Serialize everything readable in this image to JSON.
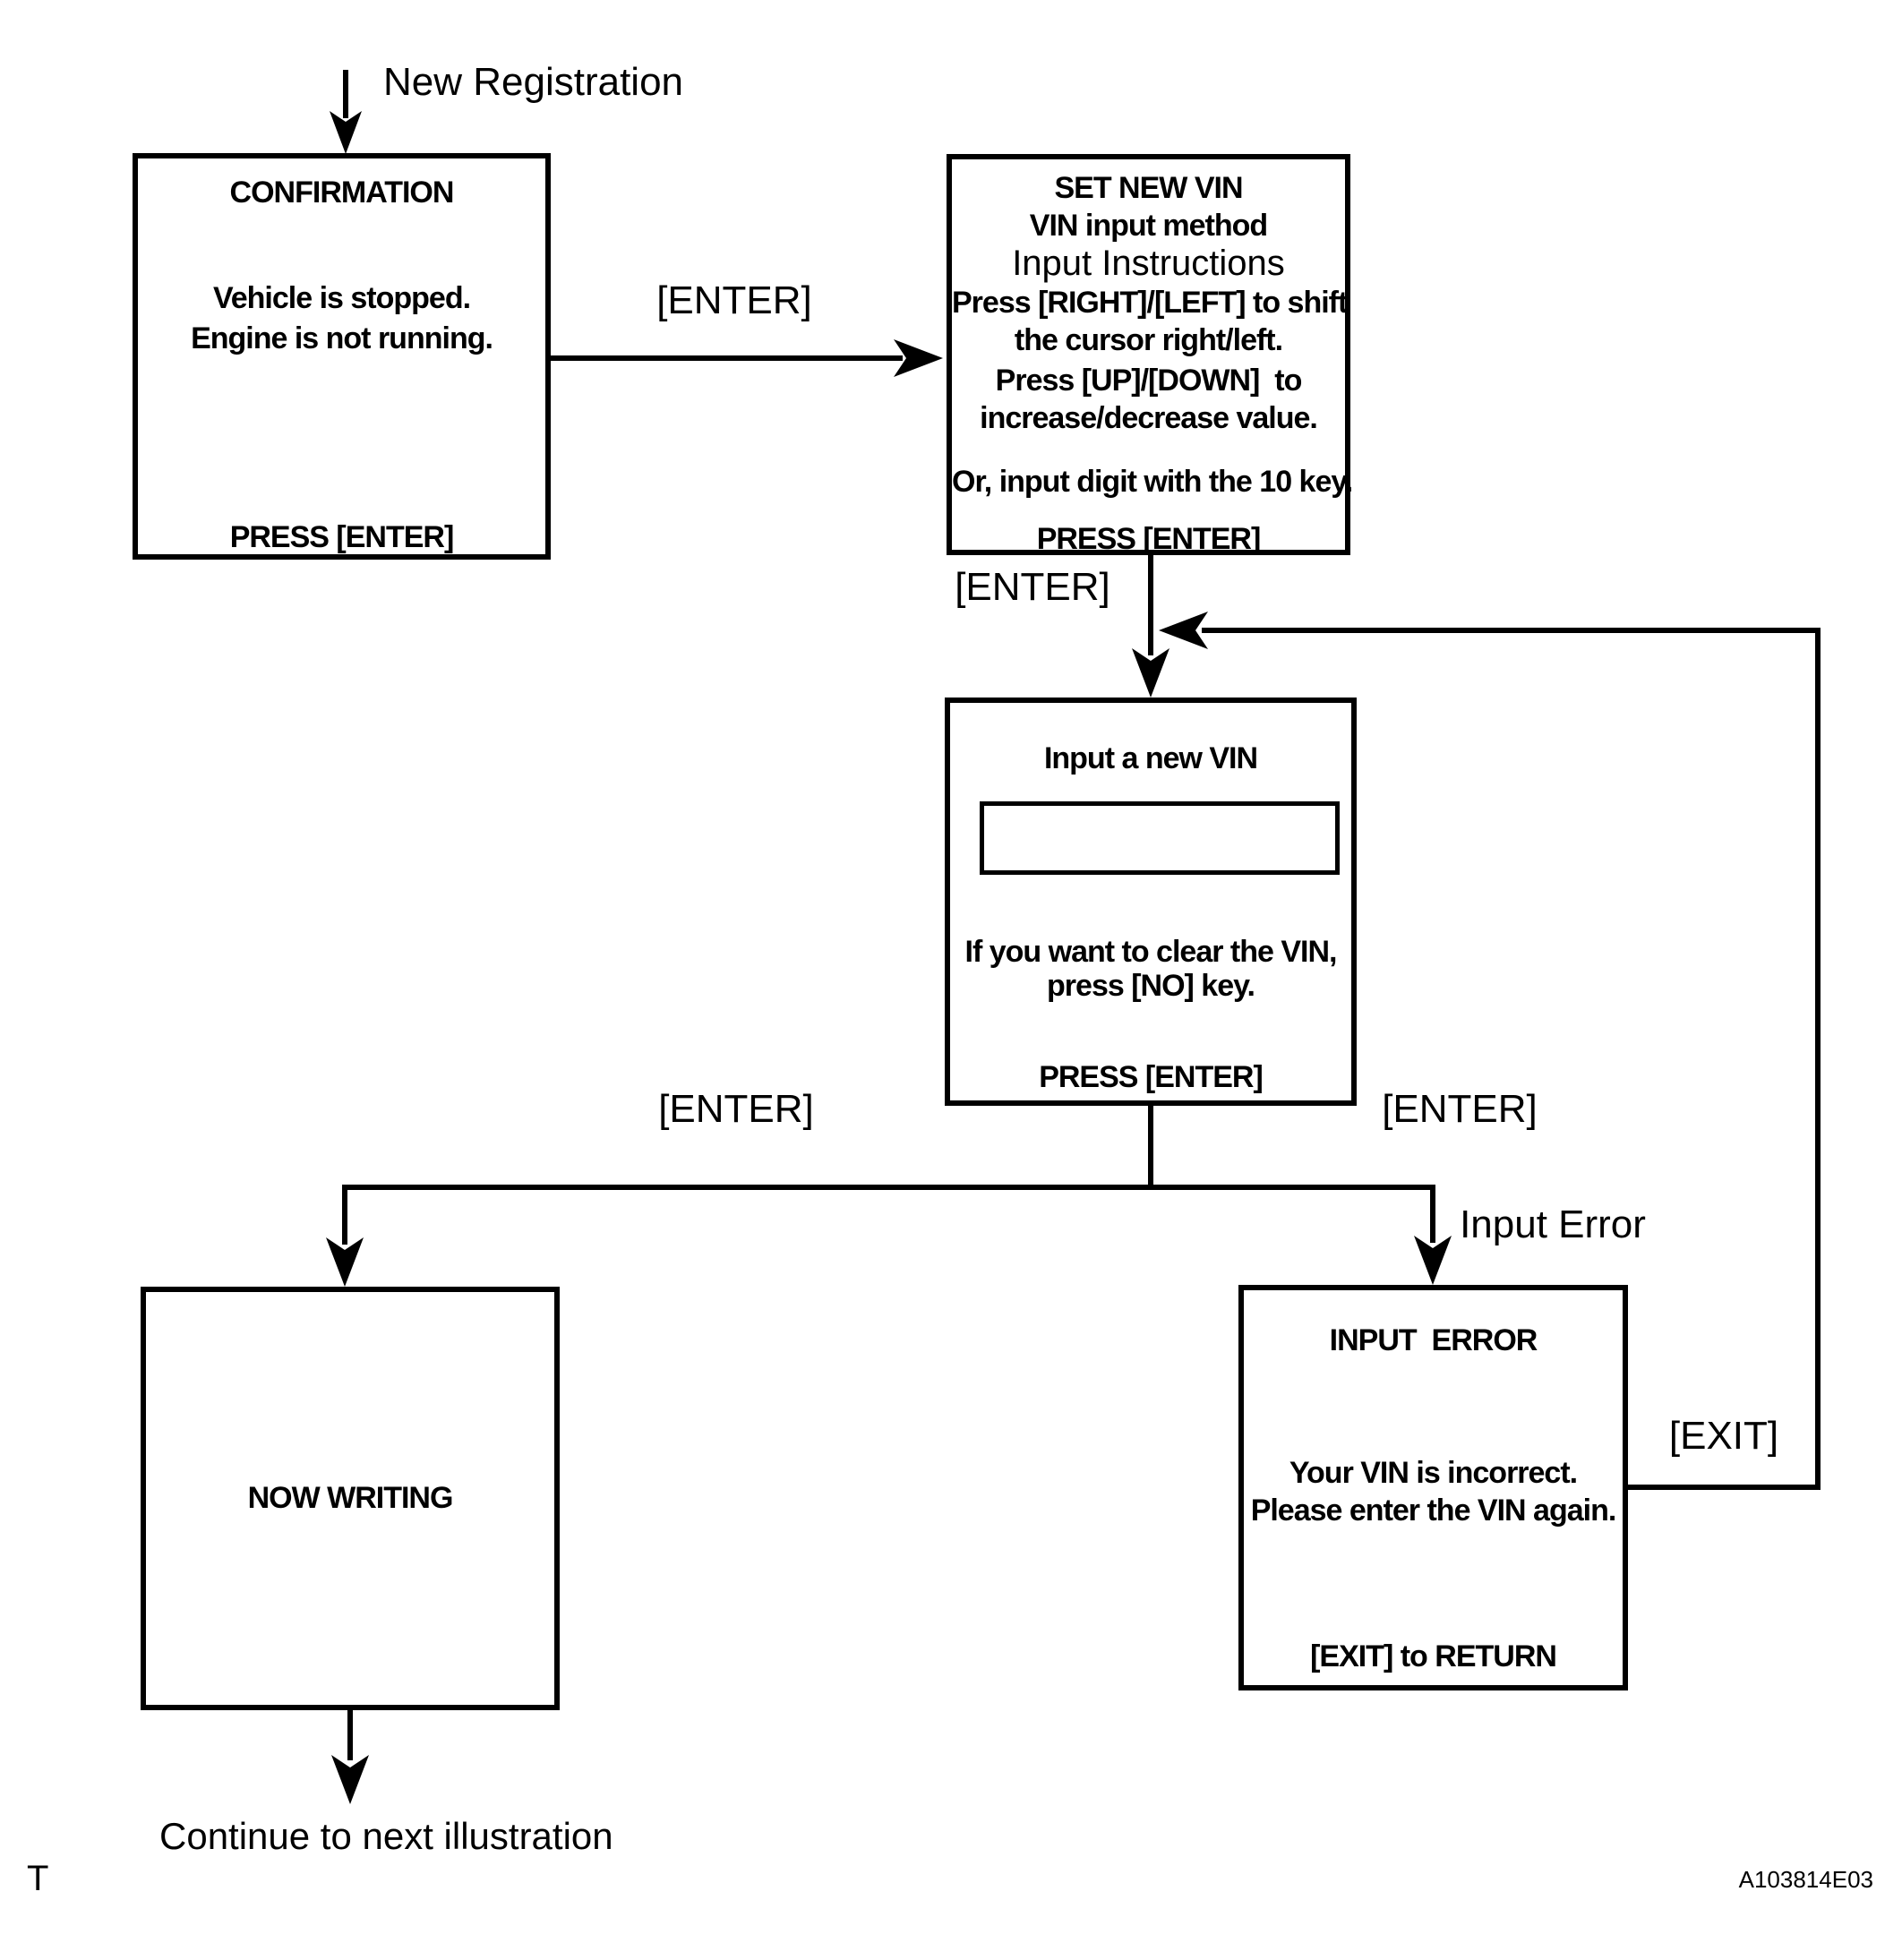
{
  "diagram": {
    "page_marker": "T",
    "code": "A103814E03",
    "labels": {
      "new_registration": "New Registration",
      "enter_top": "[ENTER]",
      "enter_mid": "[ENTER]",
      "enter_left": "[ENTER]",
      "enter_right": "[ENTER]",
      "input_error": "Input Error",
      "exit": "[EXIT]",
      "continue": "Continue to next illustration"
    },
    "boxes": {
      "confirmation": {
        "title": "CONFIRMATION",
        "line1": "Vehicle is stopped.",
        "line2": "Engine is not running.",
        "footer": "PRESS [ENTER]"
      },
      "set_new_vin": {
        "title": "SET NEW VIN",
        "subtitle": "VIN input method",
        "heading": "Input Instructions",
        "inst1a": "Press [RIGHT]/[LEFT] to shift",
        "inst1b": "the cursor right/left.",
        "inst2a": "Press [UP]/[DOWN]  to",
        "inst2b": "increase/decrease value.",
        "inst3": "Or, input digit with the 10 key.",
        "footer": "PRESS [ENTER]"
      },
      "input_vin": {
        "title": "Input a new VIN",
        "field_value": "",
        "note1": "If you want to clear the VIN,",
        "note2": "press [NO] key.",
        "footer": "PRESS [ENTER]"
      },
      "now_writing": {
        "title": "NOW WRITING"
      },
      "input_error": {
        "title": "INPUT  ERROR",
        "line1": "Your VIN is incorrect.",
        "line2": "Please enter the VIN again.",
        "footer": "[EXIT] to RETURN"
      }
    },
    "colors": {
      "ink": "#000000",
      "paper": "#ffffff"
    }
  }
}
